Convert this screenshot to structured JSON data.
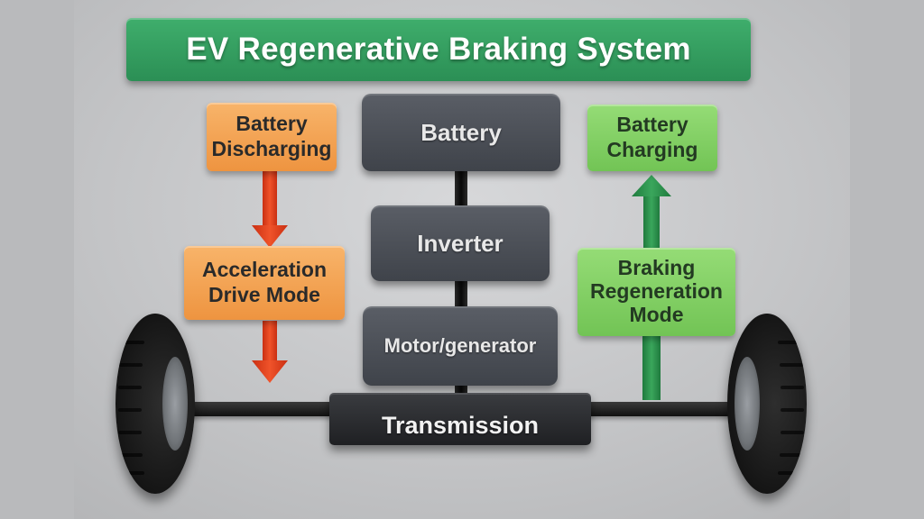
{
  "title": "EV Regenerative Braking System",
  "stack": {
    "battery": "Battery",
    "inverter": "Inverter",
    "motor": "Motor/generator",
    "transmission": "Transmission"
  },
  "left_labels": {
    "discharging": "Battery\nDischarging",
    "acceleration": "Acceleration\nDrive Mode"
  },
  "right_labels": {
    "charging": "Battery\nCharging",
    "regeneration": "Braking\nRegeneration\nMode"
  },
  "colors": {
    "title_green": "#2f9d5d",
    "orange_box": "#f2a050",
    "green_box": "#84d065",
    "red_arrow": "#e8401c",
    "green_arrow": "#2e8b4e",
    "stack_gray": "#4a4e55"
  },
  "icons": [
    "wheel-icon",
    "down-arrow-icon",
    "up-arrow-icon"
  ]
}
